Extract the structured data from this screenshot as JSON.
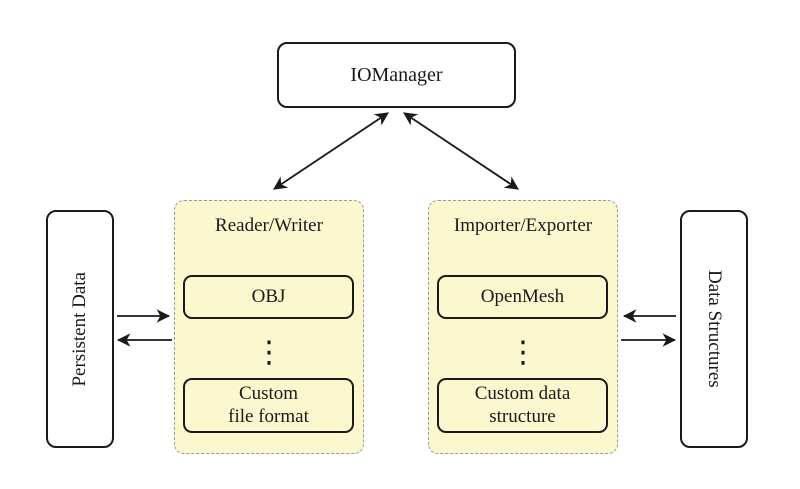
{
  "colors": {
    "background": "#FFFFFF",
    "panel_fill": "#FBF7CE",
    "panel_border": "#999999",
    "box_fill": "#FFFFFF",
    "box_border": "#1A1A1A",
    "arrow": "#1A1A1A",
    "text": "#1A1A1A"
  },
  "iomanager": {
    "label": "IOManager"
  },
  "left_rail": {
    "label": "Persistent Data"
  },
  "right_rail": {
    "label": "Data Structures"
  },
  "reader_writer": {
    "title": "Reader/Writer",
    "top_item": "OBJ",
    "ellipsis": "⋮",
    "bottom_item_line1": "Custom",
    "bottom_item_line2": "file format"
  },
  "importer_exporter": {
    "title": "Importer/Exporter",
    "top_item": "OpenMesh",
    "ellipsis": "⋮",
    "bottom_item_line1": "Custom data",
    "bottom_item_line2": "structure"
  }
}
